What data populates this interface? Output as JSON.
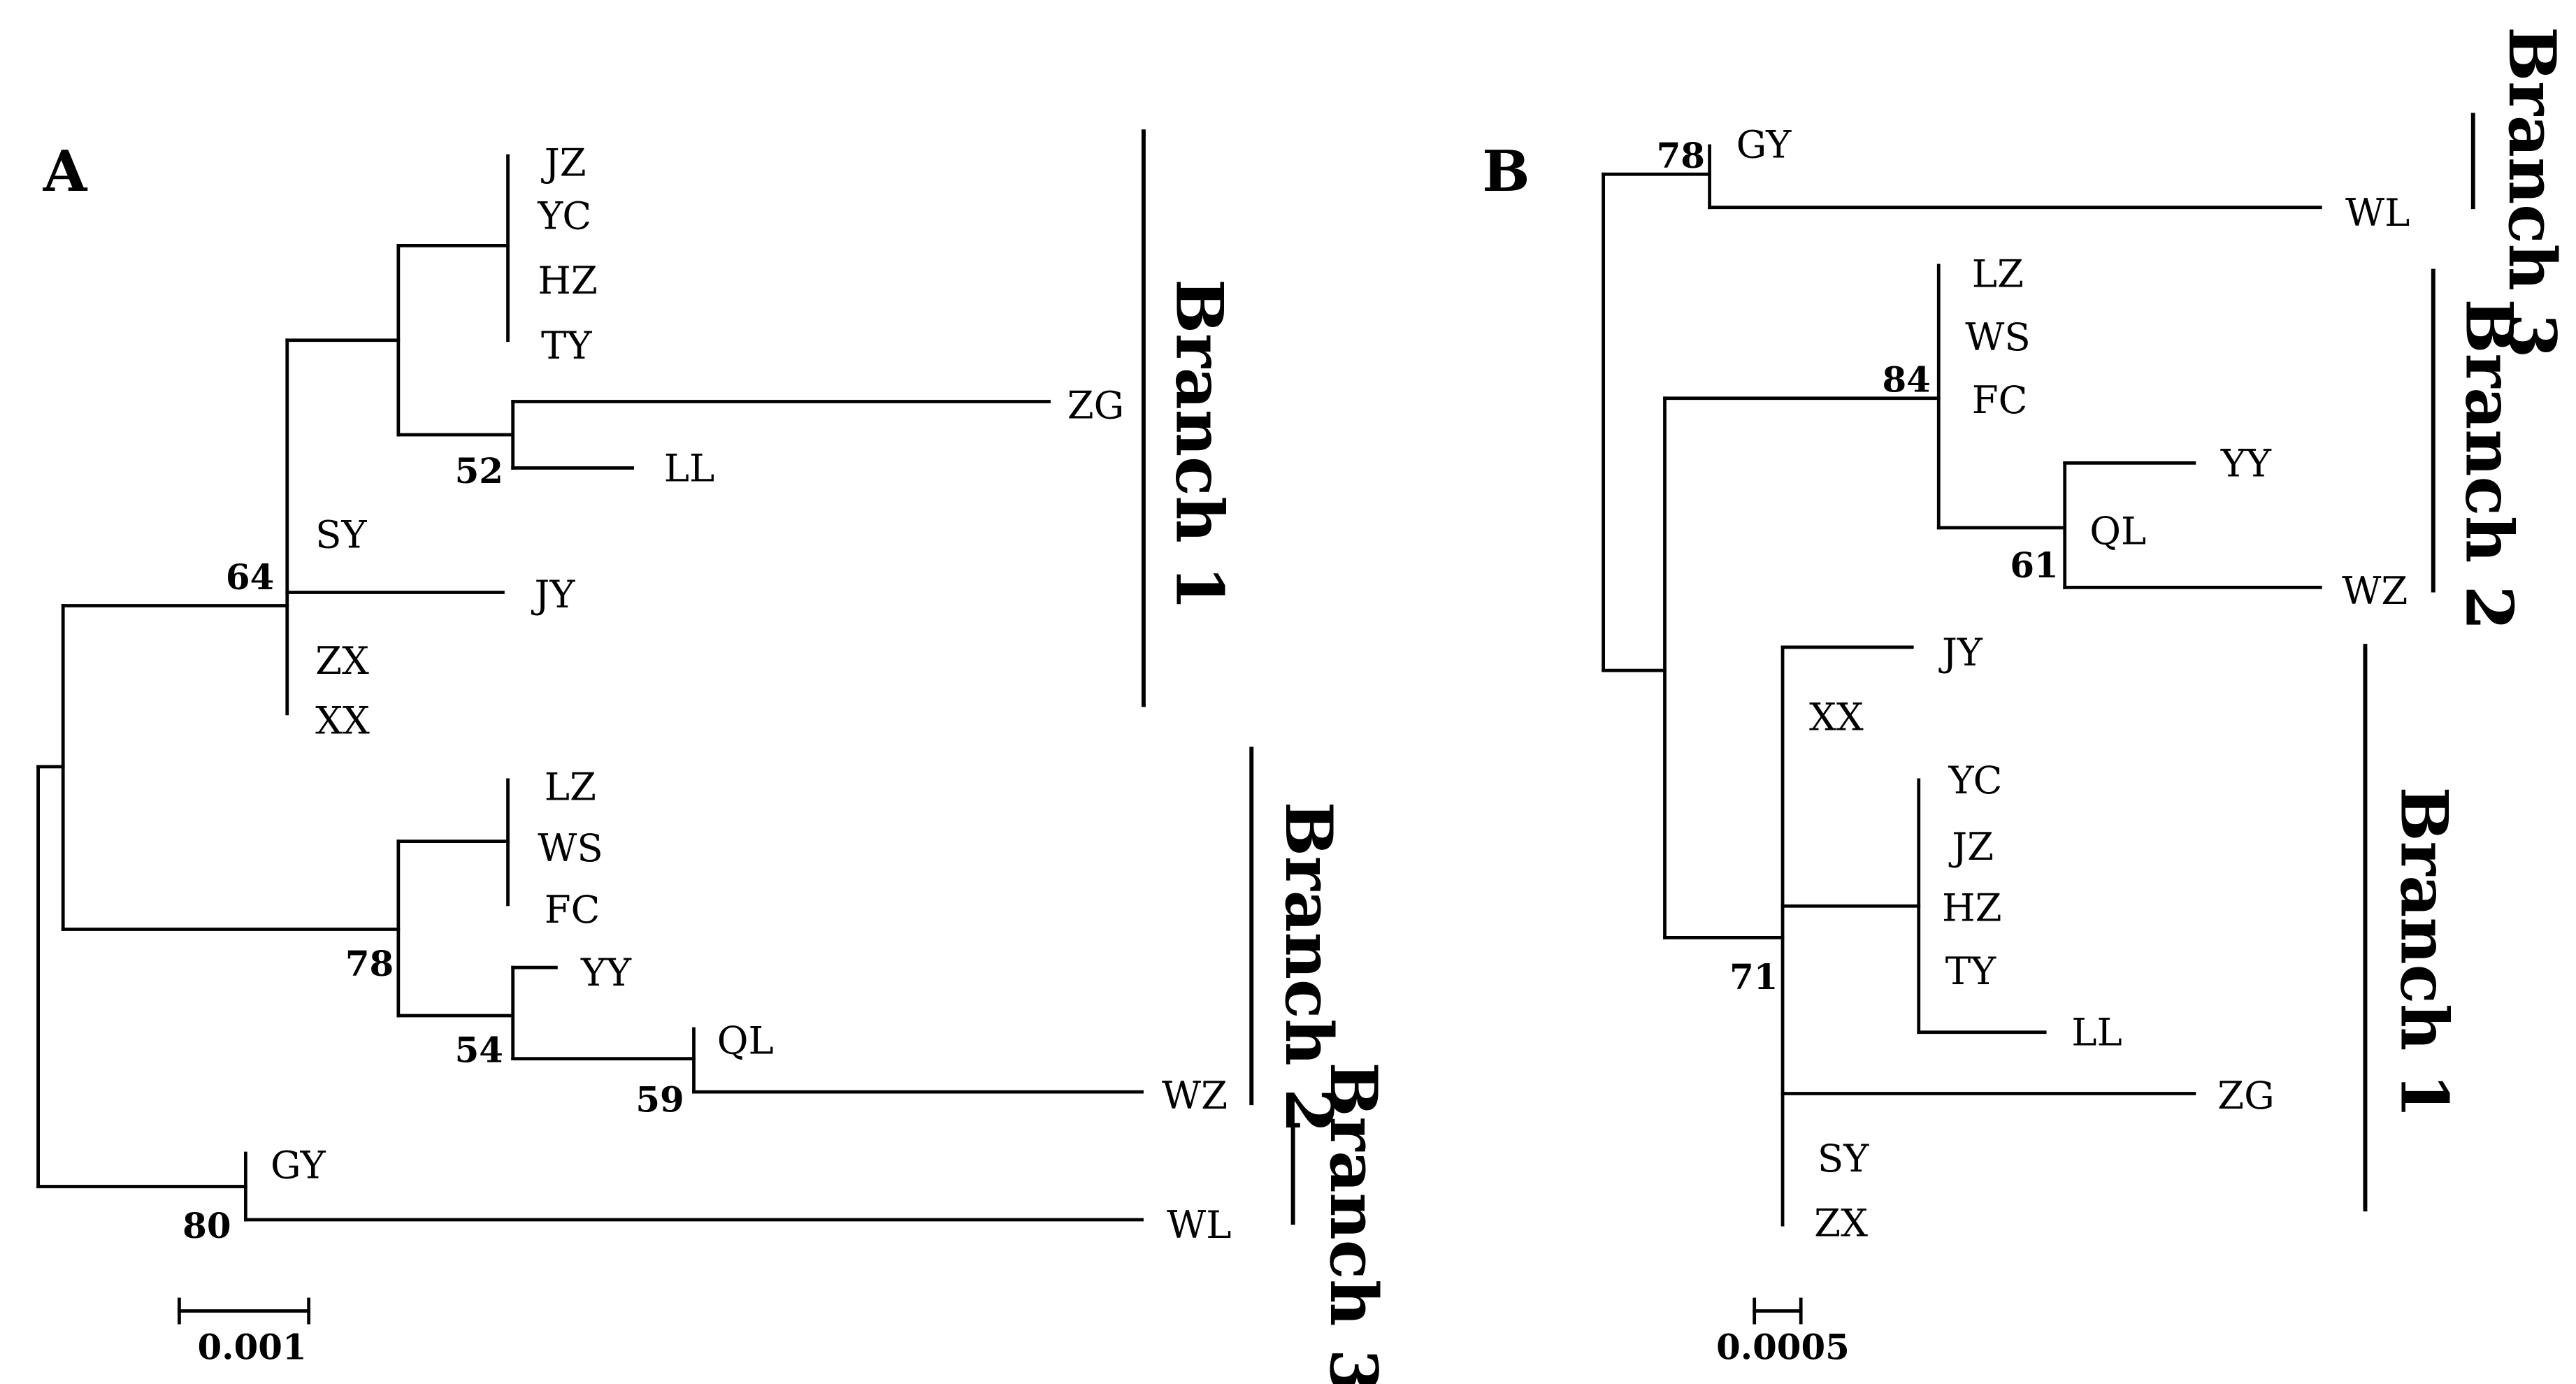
{
  "panels": [
    {
      "id": "A",
      "letter": "A",
      "scale_bar": "0.001",
      "taxa": {
        "JZ": "JZ",
        "YC": "YC",
        "HZ": "HZ",
        "TY": "TY",
        "ZG": "ZG",
        "LL": "LL",
        "SY": "SY",
        "JY": "JY",
        "ZX": "ZX",
        "XX": "XX",
        "LZ": "LZ",
        "WS": "WS",
        "FC": "FC",
        "YY": "YY",
        "QL": "QL",
        "WZ": "WZ",
        "GY": "GY",
        "WL": "WL"
      },
      "support": {
        "n52": "52",
        "n64": "64",
        "n78": "78",
        "n54": "54",
        "n59": "59",
        "n80": "80"
      },
      "branches": {
        "b1": "Branch 1",
        "b2": "Branch 2",
        "b3": "Branch 3"
      }
    },
    {
      "id": "B",
      "letter": "B",
      "scale_bar": "0.0005",
      "taxa": {
        "GY": "GY",
        "WL": "WL",
        "LZ": "LZ",
        "WS": "WS",
        "FC": "FC",
        "YY": "YY",
        "QL": "QL",
        "WZ": "WZ",
        "JY": "JY",
        "XX": "XX",
        "YC": "YC",
        "JZ": "JZ",
        "HZ": "HZ",
        "TY": "TY",
        "LL": "LL",
        "ZG": "ZG",
        "SY": "SY",
        "ZX": "ZX"
      },
      "support": {
        "n78": "78",
        "n84": "84",
        "n61": "61",
        "n71": "71"
      },
      "branches": {
        "b3": "Branch 3",
        "b2": "Branch 2",
        "b1": "Branch 1"
      }
    }
  ]
}
